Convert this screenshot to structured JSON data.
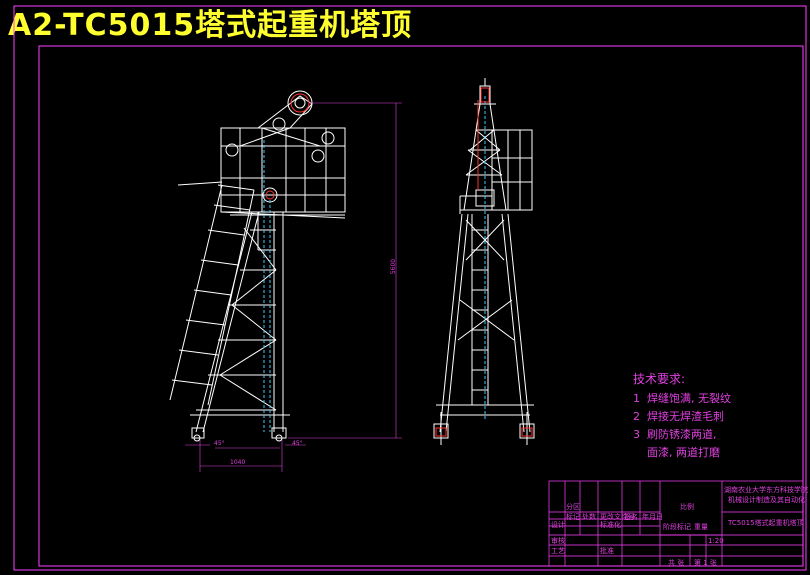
{
  "title": "A2-TC5015塔式起重机塔顶",
  "colors": {
    "background": "#000000",
    "frame": "#ff40ff",
    "structure": "#ffffff",
    "title_text": "#ffff30",
    "annotation": "#e040e0",
    "hidden_lines": "#40c8ff",
    "cable_red": "#ff3030"
  },
  "technical_requirements": {
    "heading": "技术要求:",
    "items": [
      {
        "num": "1",
        "text": "焊缝饱满, 无裂纹"
      },
      {
        "num": "2",
        "text": "焊接无焊渣毛刺"
      },
      {
        "num": "3",
        "text": "刷防锈漆两道,"
      },
      {
        "num": "",
        "text": "面漆, 两道打磨"
      }
    ]
  },
  "title_block": {
    "school": "湖南农业大学东方科技学院",
    "dept": "机械设计制造及其自动化",
    "drawing_name": "TC5015塔式起重机塔顶",
    "scale_label": "比例",
    "sheet": "第 1 张",
    "rows": [
      "标记",
      "处数",
      "分区",
      "更改文件号",
      "签名",
      "年月日"
    ],
    "roles": [
      "设计",
      "标准化",
      "审核",
      "工艺",
      "批准"
    ],
    "stage": "阶段标记",
    "weight": "重量",
    "ratio": "1:20",
    "total": "共 张"
  },
  "dimensions": {
    "height": "5600",
    "base_width": "1040",
    "angle_left": "45°",
    "angle_right": "45°"
  }
}
